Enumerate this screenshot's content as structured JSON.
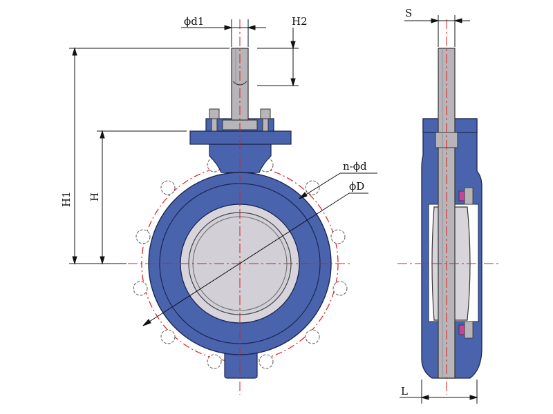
{
  "labels": {
    "phi_d1": "ϕd1",
    "h2": "H2",
    "s": "S",
    "h1": "H1",
    "h": "H",
    "n_phi_d": "n-ϕd",
    "phi_D": "ϕD",
    "l": "L"
  },
  "colors": {
    "body_blue": "#4a63ad",
    "body_blue_dark": "#2d3f7e",
    "disc_grey": "#d8d4dc",
    "stem_grey": "#b7b5ba",
    "center_line": "#e0191b",
    "seal_pink": "#c8439a"
  }
}
